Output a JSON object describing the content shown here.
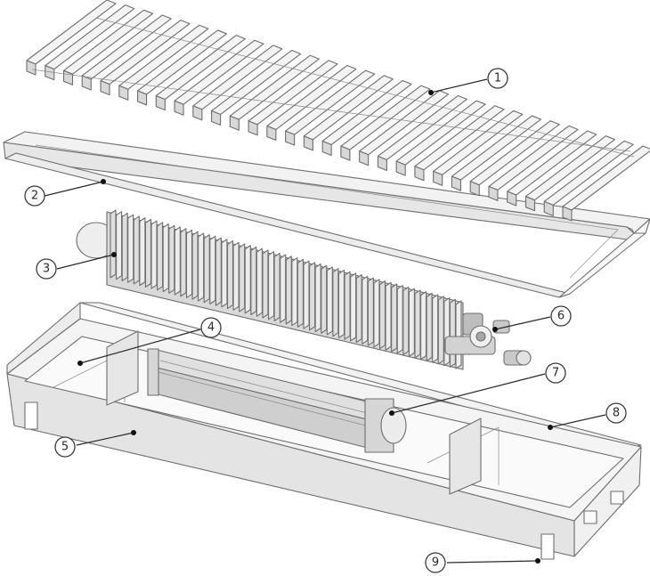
{
  "diagram": {
    "colors": {
      "outline": "#6e6e6e",
      "fill_light": "#f2f2f2",
      "fill_mid": "#dcdcdc",
      "fill_dark": "#c2c2c2",
      "leader": "#2a2a2a"
    },
    "callouts": [
      {
        "id": "1",
        "label": "1"
      },
      {
        "id": "2",
        "label": "2"
      },
      {
        "id": "3",
        "label": "3"
      },
      {
        "id": "4",
        "label": "4"
      },
      {
        "id": "5",
        "label": "5"
      },
      {
        "id": "6",
        "label": "6"
      },
      {
        "id": "7",
        "label": "7"
      },
      {
        "id": "8",
        "label": "8"
      },
      {
        "id": "9",
        "label": "9"
      }
    ],
    "parts": [
      {
        "name": "grille",
        "slat_count": 30
      },
      {
        "name": "frame"
      },
      {
        "name": "heat-exchanger",
        "fin_count": 60
      },
      {
        "name": "fan-unit"
      },
      {
        "name": "tray"
      },
      {
        "name": "valve-assembly"
      },
      {
        "name": "mounting-bracket"
      }
    ]
  }
}
